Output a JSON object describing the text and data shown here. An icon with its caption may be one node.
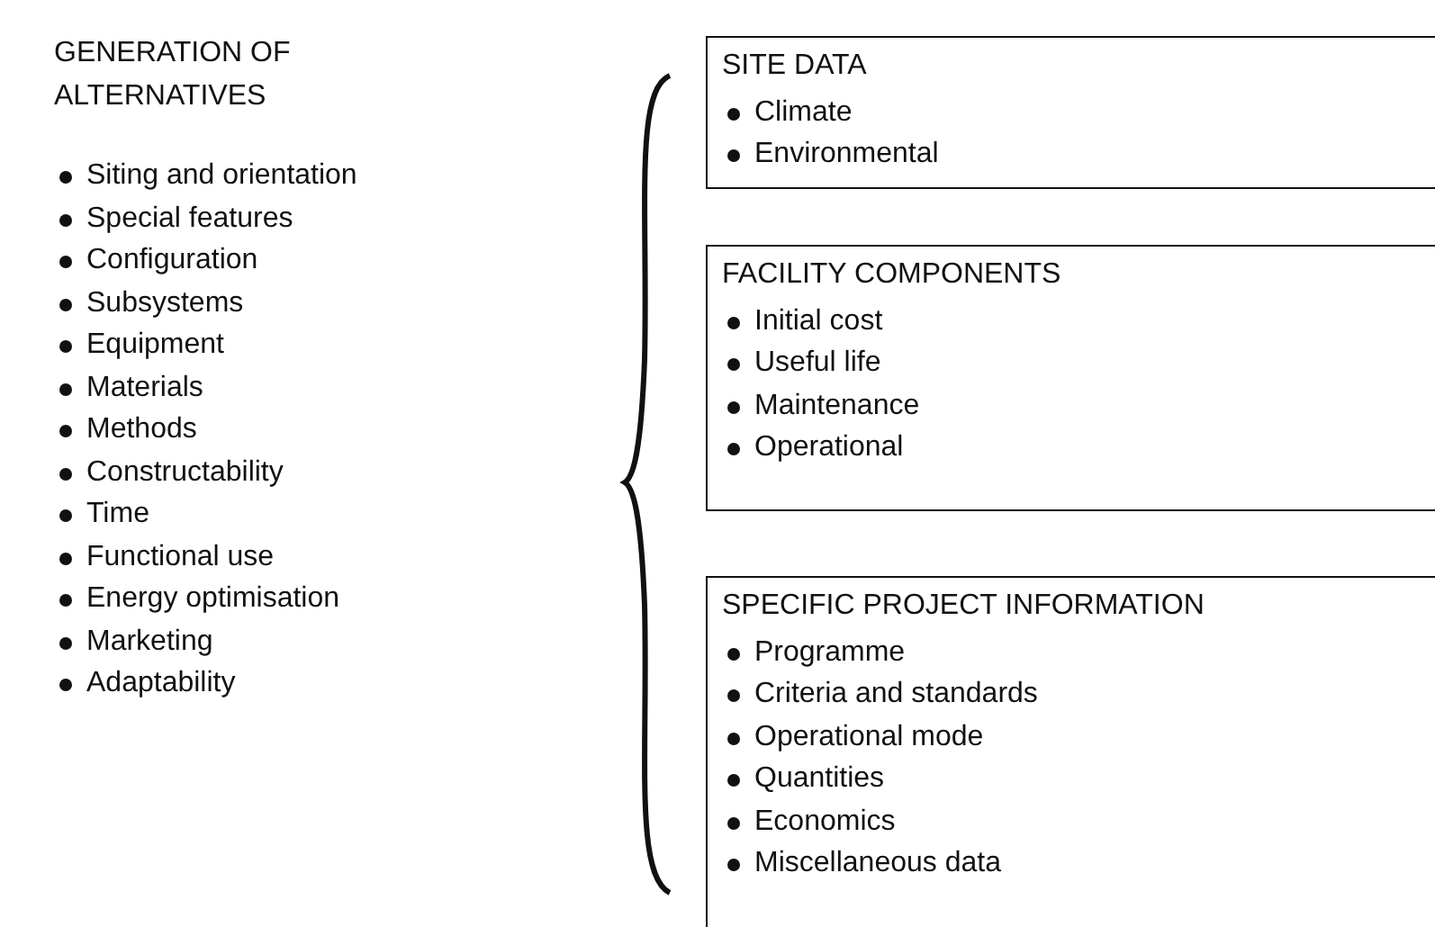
{
  "diagram": {
    "nodes": [
      {
        "text": [
          "SITE DATA",
          "Climate",
          "Environmental"
        ]
      },
      {
        "text": [
          "FACILITY COMPONENTS",
          "Initial cost",
          "Useful life",
          "Maintenance",
          "Operational"
        ]
      },
      {
        "text": [
          "SPECIFIC PROJECT INFORMATION",
          "Programme",
          "Criteria and standards",
          "Operational mode",
          "Quantities",
          "Economics",
          "Miscellaneous data"
        ]
      }
    ],
    "labels": [
      "GENERATION OF ALTERNATIVES",
      "Siting and orientation",
      "Special features",
      "Configuration",
      "Subsystems",
      "Equipment",
      "Materials",
      "Methods",
      "Constructability",
      "Time",
      "Functional use",
      "Energy optimisation",
      "Marketing",
      "Adaptability"
    ]
  }
}
